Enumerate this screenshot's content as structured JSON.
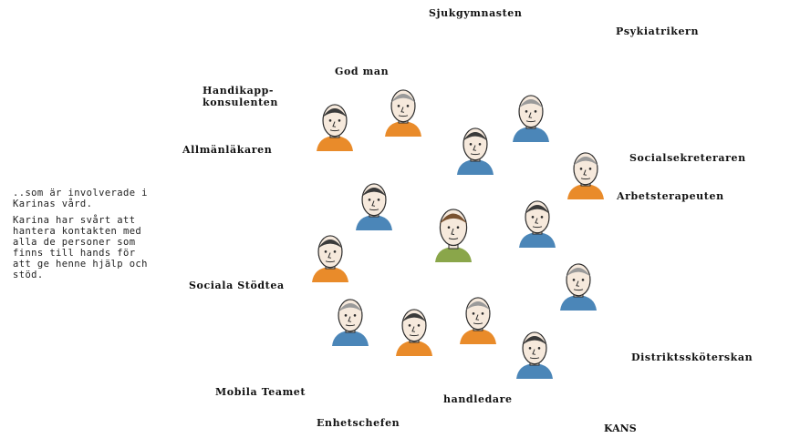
{
  "intro": {
    "line1": "..som är involverade i Karinas vård.",
    "line2": "Karina har svårt att hantera kontakten med alla de personer som finns till hands för att ge henne hjälp och stöd."
  },
  "labels": {
    "sjukgymnasten": "Sjukgymnasten",
    "psykiatrikern": "Psykiatrikern",
    "god_man": "God man",
    "handikappkonsulenten": "Handikapp-konsulenten",
    "allmanlakaren": "Allmänläkaren",
    "socialsekreteraren": "Socialsekreteraren",
    "arbetsterapeuten": "Arbetsterapeuten",
    "sociala_stodtea": "Sociala Stödtea",
    "distriktsskoterskan": "Distriktssköterskan",
    "mobila_teamet": "Mobila Teamet",
    "handledare": "handledare",
    "enhetschefen": "Enhetschefen",
    "kans": "KANS"
  },
  "colors": {
    "orange": "#e98b2a",
    "blue": "#4b86b8",
    "green": "#8aa64a",
    "skin": "#f6e9dc",
    "line": "#2b2b2b"
  },
  "faces": [
    {
      "name": "karina-face",
      "shirt": "green",
      "hair": "brown",
      "center": true
    },
    {
      "name": "handikappkonsulent-face",
      "shirt": "orange",
      "hair": "dark"
    },
    {
      "name": "god-man-face",
      "shirt": "orange",
      "hair": "grey"
    },
    {
      "name": "sjukgymnast-face",
      "shirt": "blue",
      "hair": "dark"
    },
    {
      "name": "psykiatriker-face",
      "shirt": "blue",
      "hair": "grey"
    },
    {
      "name": "socialsekreterare-face",
      "shirt": "orange",
      "hair": "grey"
    },
    {
      "name": "arbetsterapeut-face",
      "shirt": "blue",
      "hair": "dark"
    },
    {
      "name": "allmanlakare-face",
      "shirt": "blue",
      "hair": "dark"
    },
    {
      "name": "stodtea-face",
      "shirt": "orange",
      "hair": "dark"
    },
    {
      "name": "distriktsskoterska-face",
      "shirt": "blue",
      "hair": "grey"
    },
    {
      "name": "mobila-team-face",
      "shirt": "blue",
      "hair": "grey"
    },
    {
      "name": "enhetschef-face",
      "shirt": "orange",
      "hair": "dark"
    },
    {
      "name": "handledare-face",
      "shirt": "orange",
      "hair": "grey"
    },
    {
      "name": "kans-face",
      "shirt": "blue",
      "hair": "dark"
    }
  ]
}
